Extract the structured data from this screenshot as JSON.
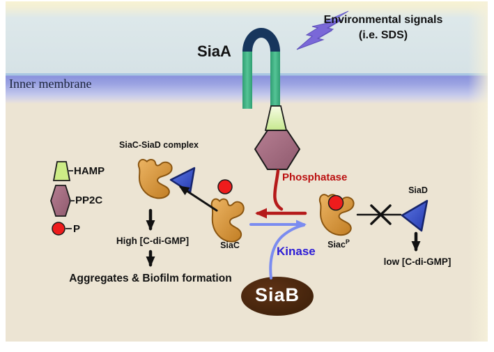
{
  "figure": {
    "type": "signaling-pathway-diagram",
    "membrane_label": "Inner membrane"
  },
  "signals": {
    "line1": "Environmental signals",
    "line2": "(i.e. SDS)"
  },
  "proteins": {
    "siaA": "SiaA",
    "siaB": "SiaB",
    "siaC": "SiaC",
    "siaCP_base": "Siac",
    "siaCP_sup": "P",
    "siaD": "SiaD"
  },
  "complex": {
    "label": "SiaC-SiaD complex"
  },
  "legend": {
    "items": [
      {
        "label": "HAMP",
        "shape": "trapezoid",
        "color": "#c9ea84"
      },
      {
        "label": "PP2C",
        "shape": "hexagon",
        "color": "#a57083"
      },
      {
        "label": "P",
        "shape": "circle",
        "color": "#ee1c1c"
      }
    ]
  },
  "enzymes": {
    "phosphatase": "Phosphatase",
    "kinase": "Kinase"
  },
  "pathway": {
    "high": "High [C-di-GMP]",
    "outcome": "Aggregates & Biofilm formation",
    "low": "low [C-di-GMP]"
  },
  "colors": {
    "extracellular": "#d9e5e8",
    "membrane": "#8a92dc",
    "cytoplasm": "#ece4d3",
    "receptor_loop": "#17365d",
    "receptor_legs": "#3fb184",
    "hamp": "#d9f0a6",
    "pp2c": "#a57083",
    "phosphate": "#ee1c1c",
    "siac_blob": "#d9993f",
    "siad_triangle": "#3a57d4",
    "siab_oval": "#44220c",
    "phosphatase_arrow": "#b51a1a",
    "kinase_arrow": "#7b8cf0",
    "kinase_text": "#2b1bd6",
    "bolt": "#7a68d8"
  }
}
